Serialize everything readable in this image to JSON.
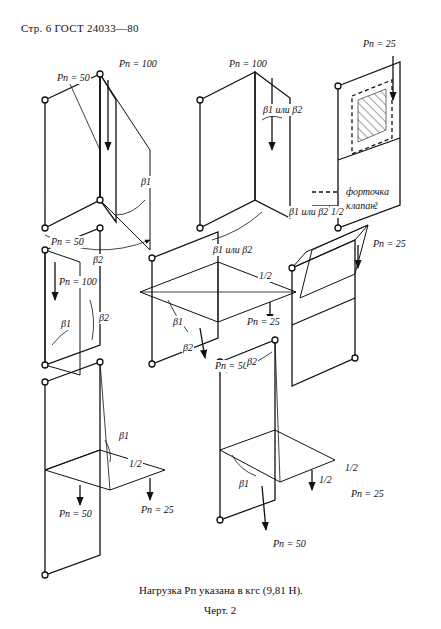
{
  "diagram": {
    "caption": "Черт. 2",
    "labels": [
      "Стр. 6 ГОСТ 24033—80",
      "Pп = 50",
      "Pп = 100",
      "β1",
      "β2",
      "Pп = 100",
      "β1 или β2",
      "β1 или β2",
      "Pп = 25",
      "Pп = 50",
      "Pп = 100",
      "β1",
      "β2",
      "1/2",
      "β1",
      "Pп = 25",
      "β2",
      "Pп = 50",
      "β1 или β2",
      "1/2",
      "1/2",
      "Pп = 25",
      "β1",
      "1/2",
      "Pп = 50",
      "Pп = 25",
      "β2",
      "β1",
      "1/2",
      "1/2",
      "Pп = 25",
      "Pп = 50",
      "Нагрузка Pп указана в кгс (9,81 Н)."
    ],
    "legend": [
      {
        "text": "форточка"
      },
      {
        "text": "клапан"
      }
    ]
  }
}
